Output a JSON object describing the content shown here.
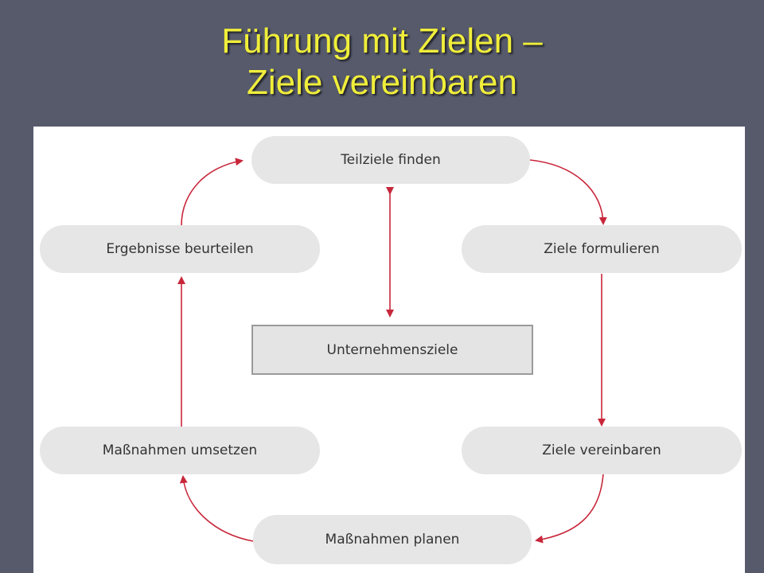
{
  "slide": {
    "title_line1": "Führung mit Zielen –",
    "title_line2": "Ziele vereinbaren"
  },
  "diagram": {
    "nodes": {
      "teilziele": "Teilziele finden",
      "formulieren": "Ziele formulieren",
      "vereinbaren": "Ziele vereinbaren",
      "planen": "Maßnahmen planen",
      "umsetzen": "Maßnahmen umsetzen",
      "beurteilen": "Ergebnisse beurteilen",
      "center": "Unternehmensziele"
    },
    "colors": {
      "arrow": "#c8273b",
      "node_fill": "#e6e6e6",
      "title": "#f0ee3a",
      "background": "#565a6a"
    }
  }
}
